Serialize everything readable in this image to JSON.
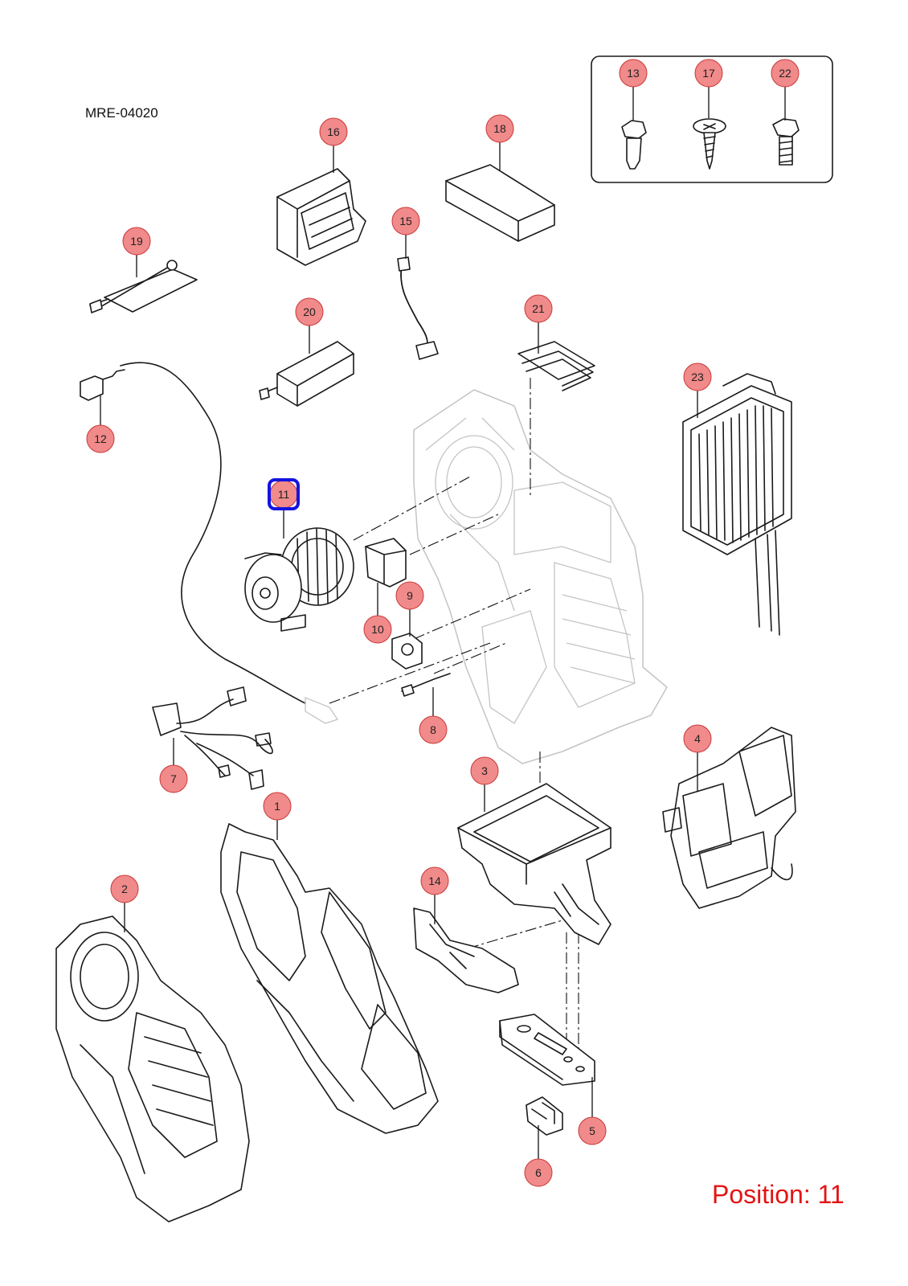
{
  "drawing_id": "MRE-04020",
  "status": "Position: 11",
  "highlight_color": "#1414e0",
  "callout_color": "#f18a8a",
  "status_color": "#e31414",
  "selected_position": "11",
  "callouts": [
    {
      "label": "1"
    },
    {
      "label": "2"
    },
    {
      "label": "3"
    },
    {
      "label": "4"
    },
    {
      "label": "5"
    },
    {
      "label": "6"
    },
    {
      "label": "7"
    },
    {
      "label": "8"
    },
    {
      "label": "9"
    },
    {
      "label": "10"
    },
    {
      "label": "11"
    },
    {
      "label": "12"
    },
    {
      "label": "13"
    },
    {
      "label": "14"
    },
    {
      "label": "15"
    },
    {
      "label": "16"
    },
    {
      "label": "17"
    },
    {
      "label": "18"
    },
    {
      "label": "19"
    },
    {
      "label": "20"
    },
    {
      "label": "21"
    },
    {
      "label": "22"
    },
    {
      "label": "23"
    }
  ]
}
